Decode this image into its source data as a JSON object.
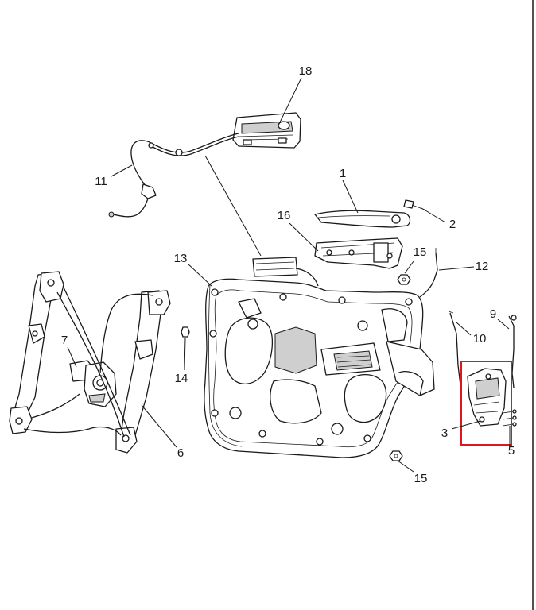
{
  "diagram": {
    "highlight_color": "#e0161c",
    "callouts": {
      "c1": "1",
      "c2": "2",
      "c3": "3",
      "c5": "5",
      "c6": "6",
      "c7": "7",
      "c9": "9",
      "c10": "10",
      "c11": "11",
      "c12": "12",
      "c13": "13",
      "c14": "14",
      "c15a": "15",
      "c15b": "15",
      "c16": "16",
      "c18": "18"
    }
  }
}
